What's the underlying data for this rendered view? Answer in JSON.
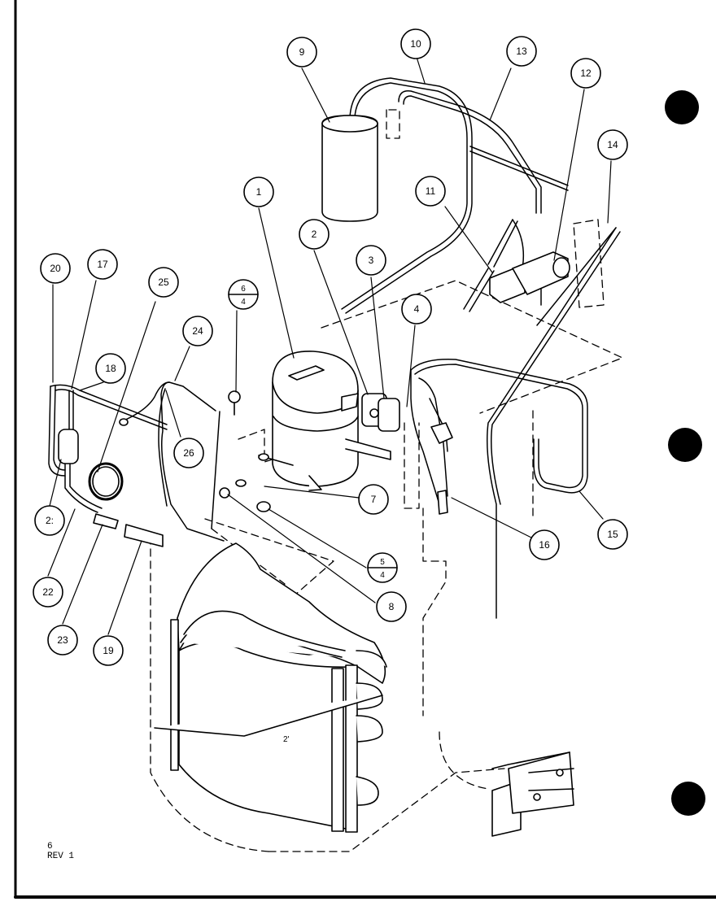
{
  "diagram": {
    "callouts": [
      {
        "id": "c1",
        "label": "1"
      },
      {
        "id": "c2",
        "label": "2"
      },
      {
        "id": "c3",
        "label": "3"
      },
      {
        "id": "c4",
        "label": "4"
      },
      {
        "id": "c7",
        "label": "7"
      },
      {
        "id": "c8",
        "label": "8"
      },
      {
        "id": "c9",
        "label": "9"
      },
      {
        "id": "c10",
        "label": "10"
      },
      {
        "id": "c11",
        "label": "11"
      },
      {
        "id": "c12",
        "label": "12"
      },
      {
        "id": "c13",
        "label": "13"
      },
      {
        "id": "c14",
        "label": "14"
      },
      {
        "id": "c15",
        "label": "15"
      },
      {
        "id": "c16",
        "label": "16"
      },
      {
        "id": "c17",
        "label": "17"
      },
      {
        "id": "c18",
        "label": "18"
      },
      {
        "id": "c19",
        "label": "19"
      },
      {
        "id": "c20",
        "label": "20"
      },
      {
        "id": "c21",
        "label": "2:"
      },
      {
        "id": "c22",
        "label": "22"
      },
      {
        "id": "c23",
        "label": "23"
      },
      {
        "id": "c24",
        "label": "24"
      },
      {
        "id": "c25",
        "label": "25"
      },
      {
        "id": "c26",
        "label": "26"
      }
    ],
    "split_callouts": [
      {
        "id": "s64",
        "top": "6",
        "bottom": "4"
      },
      {
        "id": "s54",
        "top": "5",
        "bottom": "4"
      }
    ],
    "coil_mark": "2'"
  },
  "footer": {
    "page": "6",
    "revision": "REV 1"
  }
}
